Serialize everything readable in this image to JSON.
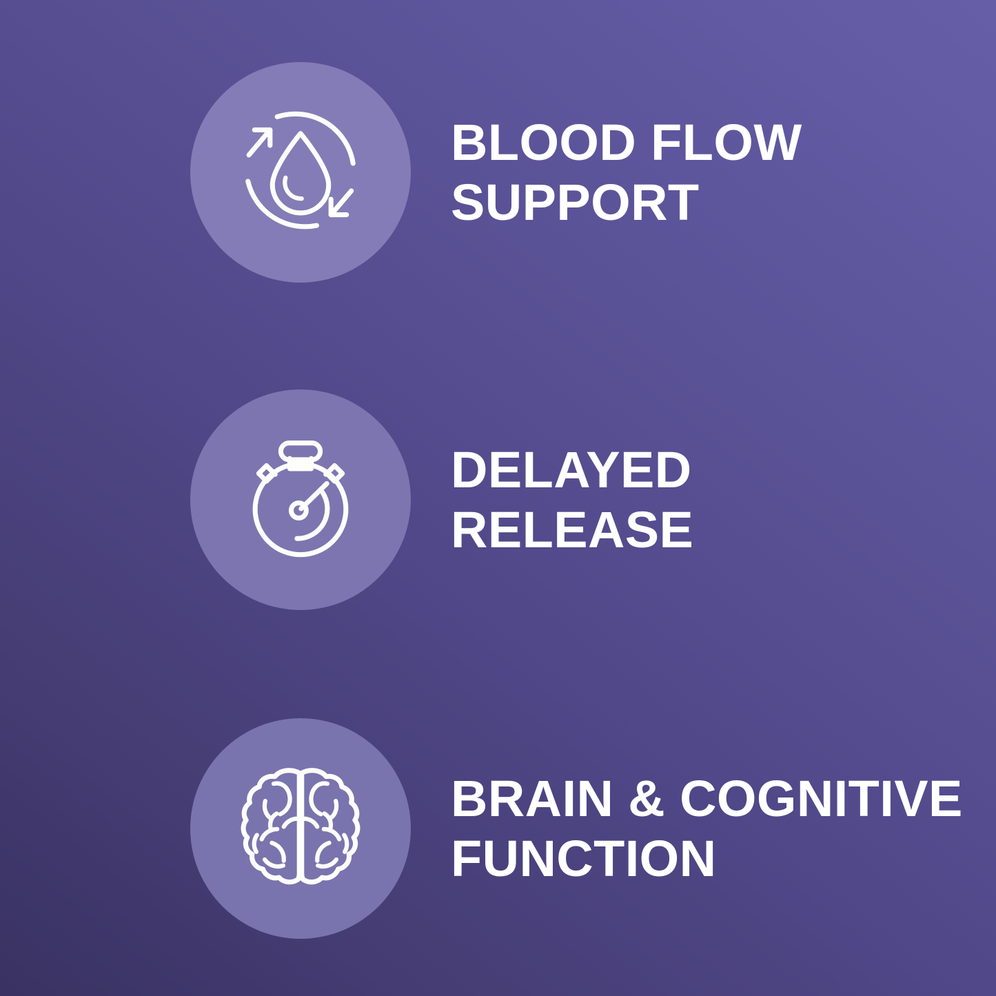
{
  "panel": {
    "background_gradient_from": "#393262",
    "background_gradient_to": "#665ea7",
    "badge_color": "#8078b3",
    "text_color": "#ffffff"
  },
  "features": [
    {
      "id": "blood-flow-support",
      "icon": "blood-drop-recycle-icon",
      "label": "BLOOD FLOW\nSUPPORT",
      "line1": "BLOOD FLOW",
      "line2": "SUPPORT"
    },
    {
      "id": "delayed-release",
      "icon": "stopwatch-icon",
      "label": "DELAYED\nRELEASE",
      "line1": "DELAYED",
      "line2": "RELEASE"
    },
    {
      "id": "brain-cognitive-function",
      "icon": "brain-icon",
      "label": "BRAIN & COGNITIVE\nFUNCTION",
      "line1": "BRAIN & COGNITIVE",
      "line2": "FUNCTION"
    }
  ]
}
